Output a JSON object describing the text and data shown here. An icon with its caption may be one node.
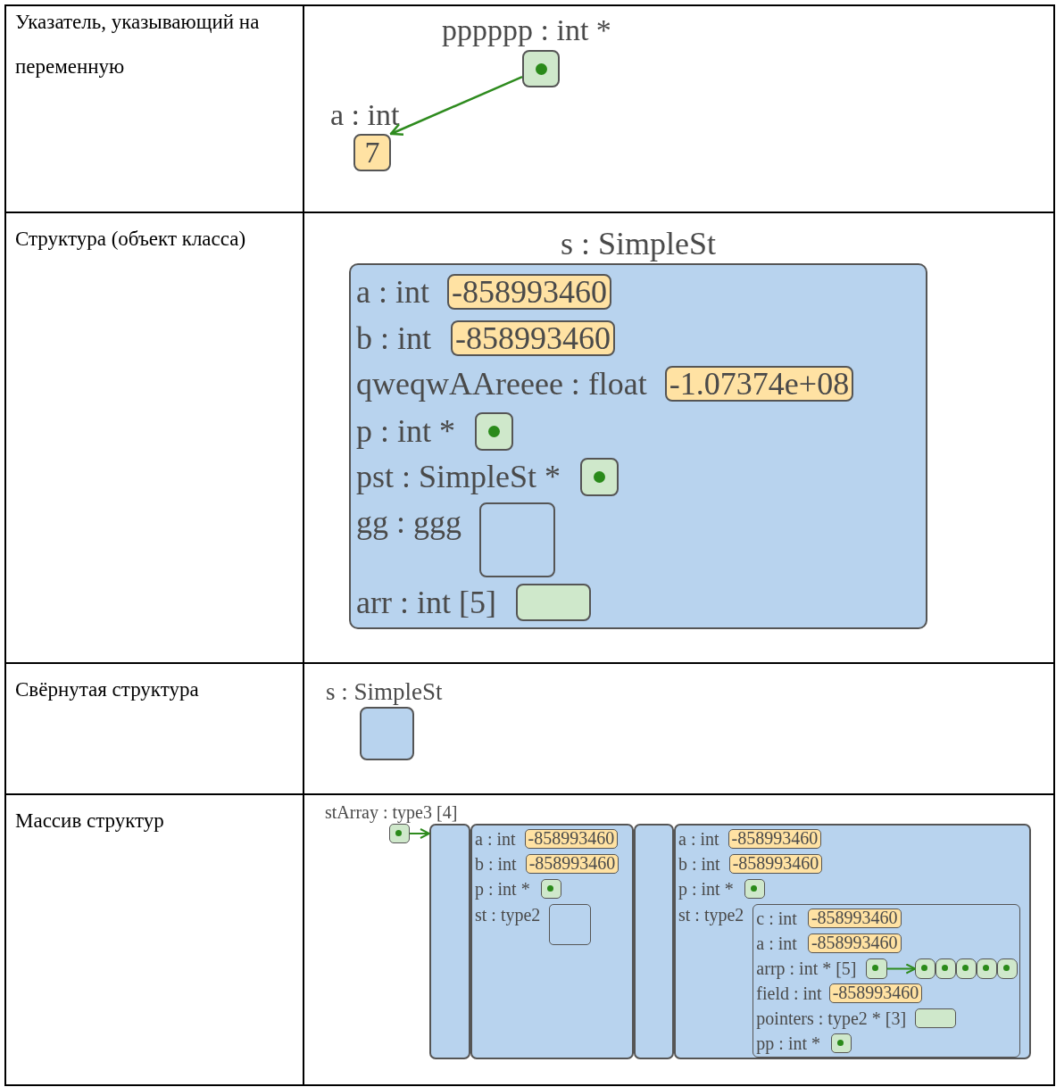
{
  "diagram": {
    "nodes": [
      {
        "text": [
          "pppppp : int *"
        ]
      },
      {
        "text": [
          "a : int",
          "7"
        ]
      },
      {
        "text": [
          "s : SimpleSt"
        ]
      },
      {
        "text": [
          "a : int",
          "-858993460"
        ],
        "in": 2
      },
      {
        "text": [
          "b : int",
          "-858993460"
        ],
        "in": 2
      },
      {
        "text": [
          "qweqwAAreeee : float",
          "-1.07374e+08"
        ],
        "in": 2
      },
      {
        "text": [
          "p : int *"
        ],
        "in": 2
      },
      {
        "text": [
          "pst : SimpleSt *"
        ],
        "in": 2
      },
      {
        "text": [
          "gg : ggg"
        ],
        "in": 2
      },
      {
        "text": [
          "arr : int [5]"
        ],
        "in": 2
      },
      {
        "text": [
          "s : SimpleSt"
        ]
      },
      {
        "text": [
          "stArray : type3 [4]"
        ]
      },
      {
        "text": [],
        "shape": "box"
      },
      {
        "text": [],
        "shape": "box"
      },
      {
        "text": [
          "a : int",
          "-858993460"
        ],
        "in": 13
      },
      {
        "text": [
          "b : int",
          "-858993460"
        ],
        "in": 13
      },
      {
        "text": [
          "p : int *"
        ],
        "in": 13
      },
      {
        "text": [
          "st : type2"
        ],
        "in": 13
      },
      {
        "text": [],
        "shape": "box"
      },
      {
        "text": [],
        "shape": "box"
      },
      {
        "text": [
          "a : int",
          "-858993460"
        ],
        "in": 19
      },
      {
        "text": [
          "b : int",
          "-858993460"
        ],
        "in": 19
      },
      {
        "text": [
          "p : int *"
        ],
        "in": 19
      },
      {
        "text": [
          "st : type2"
        ],
        "in": 19
      },
      {
        "text": [
          "c : int",
          "-858993460"
        ],
        "in": 23
      },
      {
        "text": [
          "a : int",
          "-858993460"
        ],
        "in": 23
      },
      {
        "text": [
          "arrp : int * [5]"
        ],
        "in": 23
      },
      {
        "text": [],
        "shape": "box",
        "in": 23
      },
      {
        "text": [],
        "shape": "box",
        "in": 23
      },
      {
        "text": [],
        "shape": "box",
        "in": 23
      },
      {
        "text": [],
        "shape": "box",
        "in": 23
      },
      {
        "text": [],
        "shape": "box",
        "in": 23
      },
      {
        "text": [
          "field : int",
          "-858993460"
        ],
        "in": 23
      },
      {
        "text": [
          "pointers : type2 * [3]"
        ],
        "in": 23
      },
      {
        "text": [
          "pp : int *"
        ],
        "in": 23
      }
    ],
    "edges": [
      {
        "from": 0,
        "to": 1,
        "arrow": "to"
      },
      {
        "from": 11,
        "to": 12,
        "arrow": "to"
      },
      {
        "from": 26,
        "to": 27,
        "arrow": "to"
      }
    ],
    "labels": [
      "Указатель, указывающий на переменную",
      "Структура (объект класса)",
      "Свёрнутая структура",
      "Массив структур"
    ]
  }
}
